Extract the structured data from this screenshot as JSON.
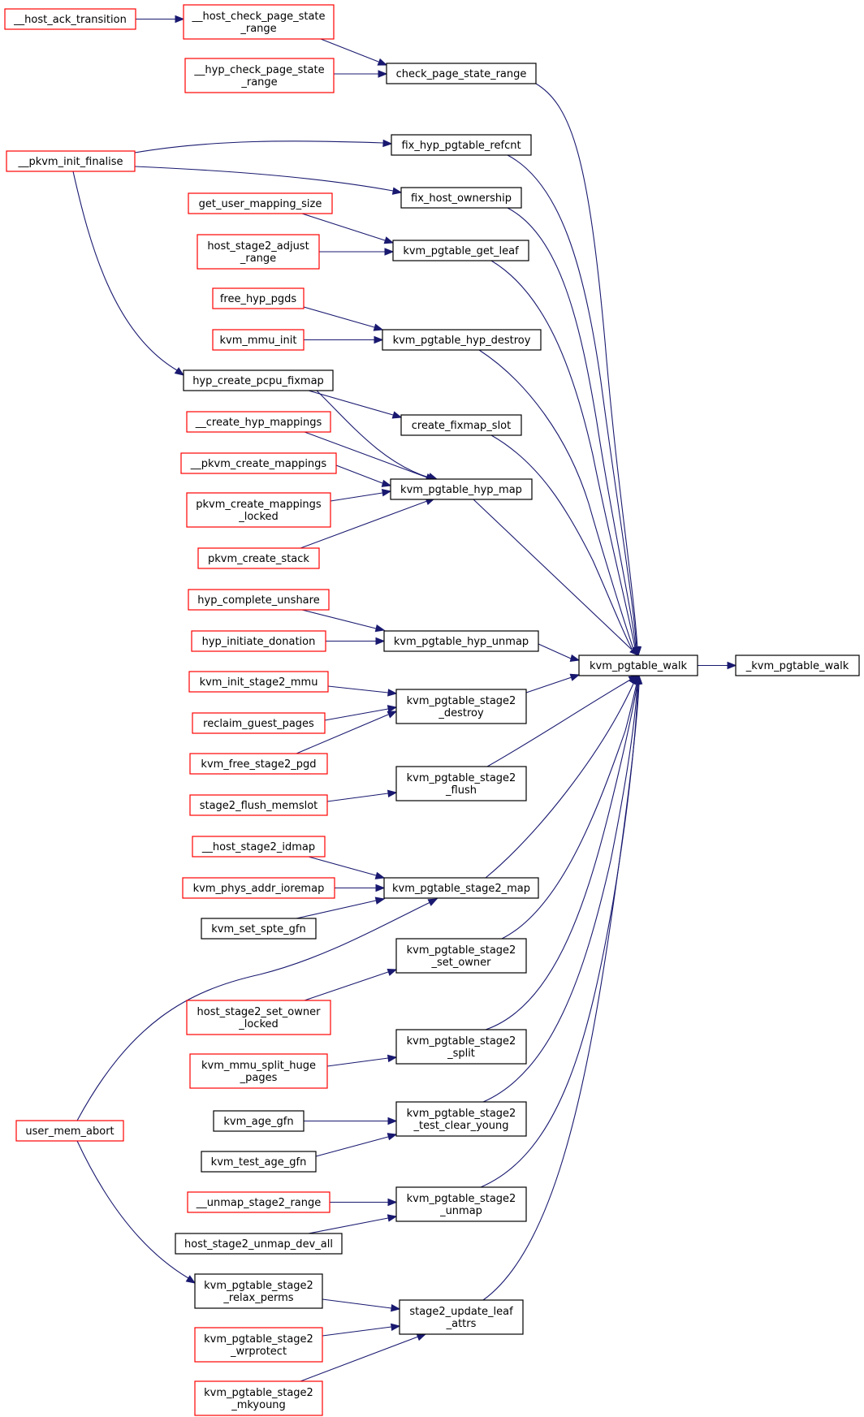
{
  "colors": {
    "edge": "#191970",
    "focus_fill": "#bfbfbf",
    "normal_border": "#000000",
    "truncated_border": "#ff0000"
  },
  "nodes": [
    {
      "id": "focus",
      "label": [
        "_kvm_pgtable_walk"
      ],
      "style": "focus"
    },
    {
      "id": "walk",
      "label": [
        "kvm_pgtable_walk"
      ],
      "style": "normal"
    },
    {
      "id": "check_psr",
      "label": [
        "check_page_state_range"
      ],
      "style": "normal"
    },
    {
      "id": "fix_refcnt",
      "label": [
        "fix_hyp_pgtable_refcnt"
      ],
      "style": "normal"
    },
    {
      "id": "fix_host",
      "label": [
        "fix_host_ownership"
      ],
      "style": "normal"
    },
    {
      "id": "get_leaf",
      "label": [
        "kvm_pgtable_get_leaf"
      ],
      "style": "normal"
    },
    {
      "id": "hyp_destroy",
      "label": [
        "kvm_pgtable_hyp_destroy"
      ],
      "style": "normal"
    },
    {
      "id": "create_fixmap",
      "label": [
        "create_fixmap_slot"
      ],
      "style": "normal"
    },
    {
      "id": "hyp_map",
      "label": [
        "kvm_pgtable_hyp_map"
      ],
      "style": "normal"
    },
    {
      "id": "hyp_unmap",
      "label": [
        "kvm_pgtable_hyp_unmap"
      ],
      "style": "normal"
    },
    {
      "id": "s2_destroy",
      "label": [
        "kvm_pgtable_stage2",
        "_destroy"
      ],
      "style": "normal"
    },
    {
      "id": "s2_flush",
      "label": [
        "kvm_pgtable_stage2",
        "_flush"
      ],
      "style": "normal"
    },
    {
      "id": "s2_map",
      "label": [
        "kvm_pgtable_stage2_map"
      ],
      "style": "normal"
    },
    {
      "id": "s2_set_owner",
      "label": [
        "kvm_pgtable_stage2",
        "_set_owner"
      ],
      "style": "normal"
    },
    {
      "id": "s2_split",
      "label": [
        "kvm_pgtable_stage2",
        "_split"
      ],
      "style": "normal"
    },
    {
      "id": "s2_tcy",
      "label": [
        "kvm_pgtable_stage2",
        "_test_clear_young"
      ],
      "style": "normal"
    },
    {
      "id": "s2_unmap",
      "label": [
        "kvm_pgtable_stage2",
        "_unmap"
      ],
      "style": "normal"
    },
    {
      "id": "s2_ula",
      "label": [
        "stage2_update_leaf",
        "_attrs"
      ],
      "style": "normal"
    },
    {
      "id": "host_ack",
      "label": [
        "__host_ack_transition"
      ],
      "style": "truncated"
    },
    {
      "id": "host_cpsr",
      "label": [
        "__host_check_page_state",
        "_range"
      ],
      "style": "truncated"
    },
    {
      "id": "hyp_cpsr",
      "label": [
        "__hyp_check_page_state",
        "_range"
      ],
      "style": "truncated"
    },
    {
      "id": "pkvm_init",
      "label": [
        "__pkvm_init_finalise"
      ],
      "style": "truncated"
    },
    {
      "id": "gums",
      "label": [
        "get_user_mapping_size"
      ],
      "style": "truncated"
    },
    {
      "id": "hs2_adjust",
      "label": [
        "host_stage2_adjust",
        "_range"
      ],
      "style": "truncated"
    },
    {
      "id": "free_pgds",
      "label": [
        "free_hyp_pgds"
      ],
      "style": "truncated"
    },
    {
      "id": "mmu_init",
      "label": [
        "kvm_mmu_init"
      ],
      "style": "truncated"
    },
    {
      "id": "hyp_pcpu",
      "label": [
        "hyp_create_pcpu_fixmap"
      ],
      "style": "normal"
    },
    {
      "id": "create_hyp_map",
      "label": [
        "__create_hyp_mappings"
      ],
      "style": "truncated"
    },
    {
      "id": "pkvm_cm",
      "label": [
        "__pkvm_create_mappings"
      ],
      "style": "truncated"
    },
    {
      "id": "pkvm_cml",
      "label": [
        "pkvm_create_mappings",
        "_locked"
      ],
      "style": "truncated"
    },
    {
      "id": "pkvm_stack",
      "label": [
        "pkvm_create_stack"
      ],
      "style": "truncated"
    },
    {
      "id": "hyp_cu",
      "label": [
        "hyp_complete_unshare"
      ],
      "style": "truncated"
    },
    {
      "id": "hyp_id",
      "label": [
        "hyp_initiate_donation"
      ],
      "style": "truncated"
    },
    {
      "id": "init_s2",
      "label": [
        "kvm_init_stage2_mmu"
      ],
      "style": "truncated"
    },
    {
      "id": "reclaim",
      "label": [
        "reclaim_guest_pages"
      ],
      "style": "truncated"
    },
    {
      "id": "free_s2",
      "label": [
        "kvm_free_stage2_pgd"
      ],
      "style": "truncated"
    },
    {
      "id": "flush_ms",
      "label": [
        "stage2_flush_memslot"
      ],
      "style": "truncated"
    },
    {
      "id": "host_idmap",
      "label": [
        "__host_stage2_idmap"
      ],
      "style": "truncated"
    },
    {
      "id": "ioremap",
      "label": [
        "kvm_phys_addr_ioremap"
      ],
      "style": "truncated"
    },
    {
      "id": "spte",
      "label": [
        "kvm_set_spte_gfn"
      ],
      "style": "normal"
    },
    {
      "id": "hs2_owner",
      "label": [
        "host_stage2_set_owner",
        "_locked"
      ],
      "style": "truncated"
    },
    {
      "id": "split_huge",
      "label": [
        "kvm_mmu_split_huge",
        "_pages"
      ],
      "style": "truncated"
    },
    {
      "id": "age_gfn",
      "label": [
        "kvm_age_gfn"
      ],
      "style": "normal"
    },
    {
      "id": "test_age",
      "label": [
        "kvm_test_age_gfn"
      ],
      "style": "normal"
    },
    {
      "id": "user_abort",
      "label": [
        "user_mem_abort"
      ],
      "style": "truncated"
    },
    {
      "id": "unmap_range",
      "label": [
        "__unmap_stage2_range"
      ],
      "style": "truncated"
    },
    {
      "id": "unmap_dev",
      "label": [
        "host_stage2_unmap_dev_all"
      ],
      "style": "normal"
    },
    {
      "id": "relax",
      "label": [
        "kvm_pgtable_stage2",
        "_relax_perms"
      ],
      "style": "normal"
    },
    {
      "id": "wrprotect",
      "label": [
        "kvm_pgtable_stage2",
        "_wrprotect"
      ],
      "style": "truncated"
    },
    {
      "id": "mkyoung",
      "label": [
        "kvm_pgtable_stage2",
        "_mkyoung"
      ],
      "style": "truncated"
    }
  ]
}
